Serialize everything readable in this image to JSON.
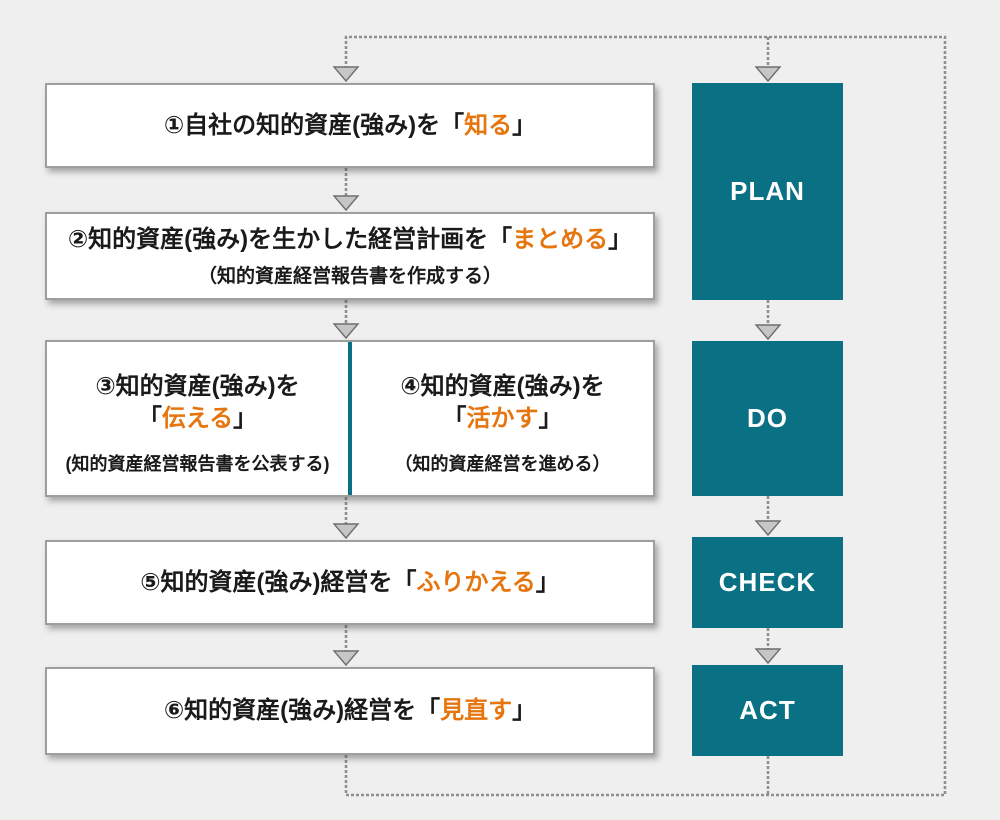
{
  "colors": {
    "background": "#F0EFF0",
    "box_border": "#9E9E9E",
    "teal": "#0A7185",
    "orange": "#E6750E",
    "connector": "#8F8F8F",
    "arrowhead_fill": "#C6C6C6",
    "arrowhead_stroke": "#6E6E6E"
  },
  "process_boxes": [
    {
      "before": "①自社の知的資産(強み)を「",
      "highlight": "知る",
      "after": "」"
    },
    {
      "before": "②知的資産(強み)を生かした経営計画を「",
      "highlight": "まとめる",
      "after": "」",
      "subtitle": "（知的資産経営報告書を作成する）"
    },
    {
      "line1": "③知的資産(強み)を",
      "before": "「",
      "highlight": "伝える",
      "after": "」",
      "subtitle": "(知的資産経営報告書を公表する)"
    },
    {
      "line1": "④知的資産(強み)を",
      "before": "「",
      "highlight": "活かす",
      "after": "」",
      "subtitle": "（知的資産経営を進める）"
    },
    {
      "before": "⑤知的資産(強み)経営を「",
      "highlight": "ふりかえる",
      "after": "」"
    },
    {
      "before": "⑥知的資産(強み)経営を「",
      "highlight": "見直す",
      "after": "」"
    }
  ],
  "pdca_boxes": [
    {
      "label": "PLAN"
    },
    {
      "label": "DO"
    },
    {
      "label": "CHECK"
    },
    {
      "label": "ACT"
    }
  ]
}
